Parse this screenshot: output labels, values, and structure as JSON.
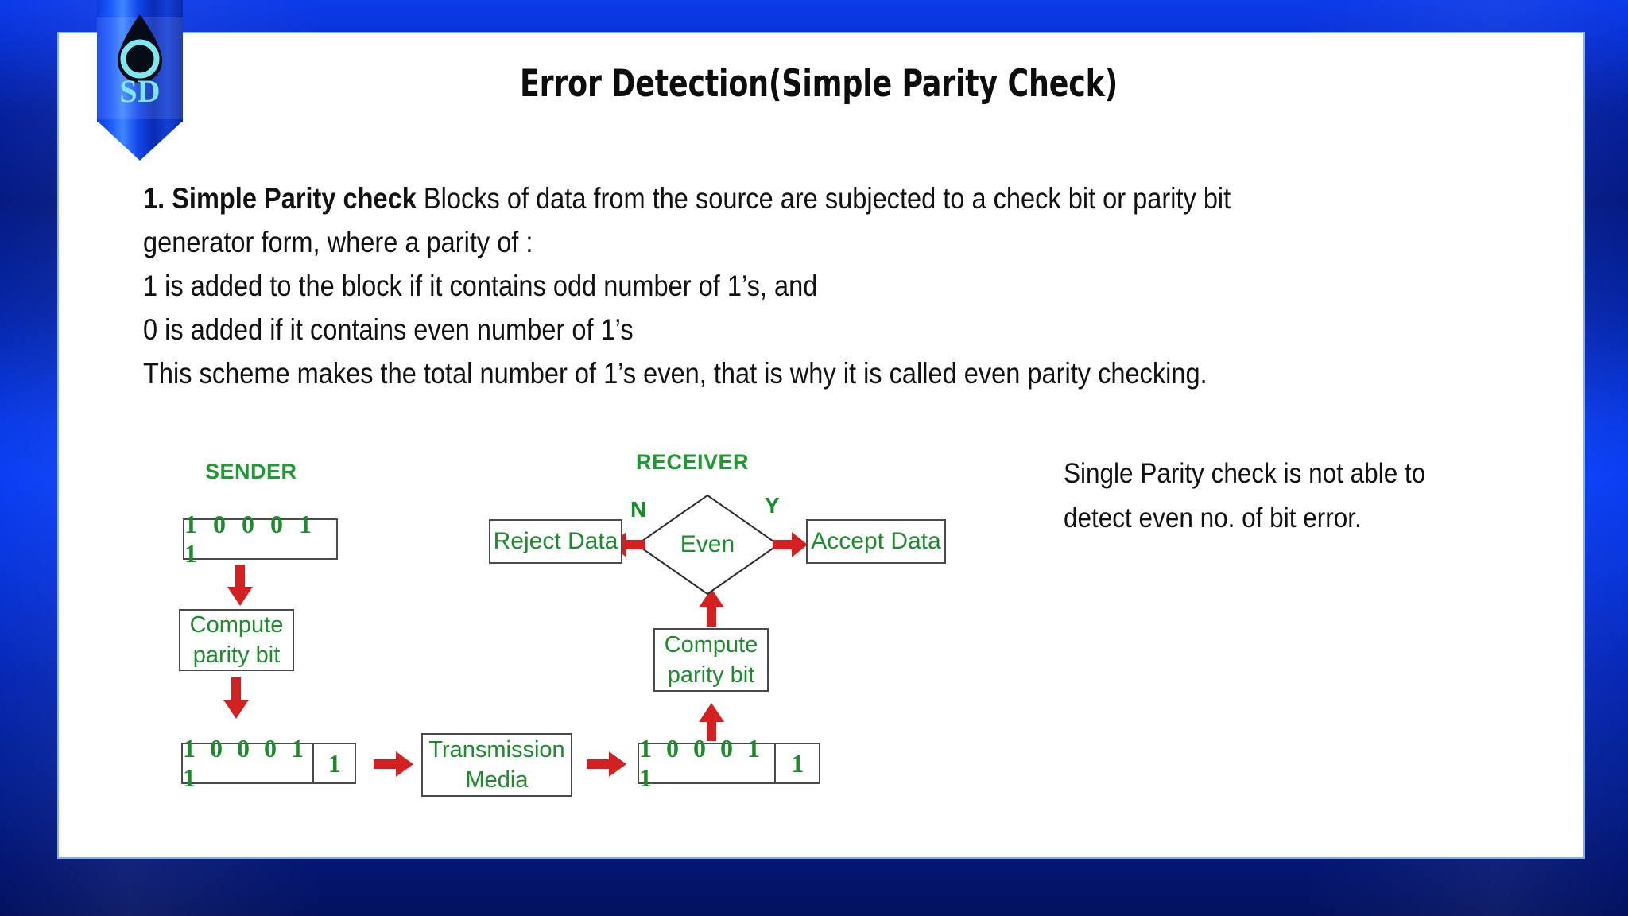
{
  "slide": {
    "title": "Error Detection(Simple Parity Check)",
    "logo": {
      "name": "sd-water-drop-logo",
      "text": "SD"
    }
  },
  "body": {
    "lead_bold": "1. Simple Parity check",
    "lead_rest": " Blocks of data from the source are subjected to a check bit or parity bit",
    "lines": [
      "generator form, where a parity of :",
      "1 is added to the block if it contains odd number of 1’s, and",
      "0 is added if it contains even number of 1’s",
      "This scheme makes the total number of 1’s even, that is why it is called even parity checking."
    ]
  },
  "side_note": {
    "line1": "Single Parity check is not able to",
    "line2": "detect even no. of bit error."
  },
  "diagram": {
    "sender_header": "SENDER",
    "receiver_header": "RECEIVER",
    "sender_data_block": "1 0 0 0 1 1",
    "sender_compute": {
      "line1": "Compute",
      "line2": "parity bit"
    },
    "sender_frame": {
      "data": "1 0 0 0 1 1",
      "parity": "1"
    },
    "transmission": {
      "line1": "Transmission",
      "line2": "Media"
    },
    "receiver_frame": {
      "data": "1 0 0 0 1 1",
      "parity": "1"
    },
    "receiver_compute": {
      "line1": "Compute",
      "line2": "parity bit"
    },
    "decision": "Even",
    "branch_no_label": "N",
    "branch_yes_label": "Y",
    "reject": "Reject Data",
    "accept": "Accept Data"
  },
  "colors": {
    "background_blue": "#0a35dd",
    "panel_white": "#ffffff",
    "diagram_green": "#1b8c2c",
    "arrow_red": "#d32020",
    "box_border": "#4a4a4a",
    "title_black": "#0d0d0d"
  }
}
